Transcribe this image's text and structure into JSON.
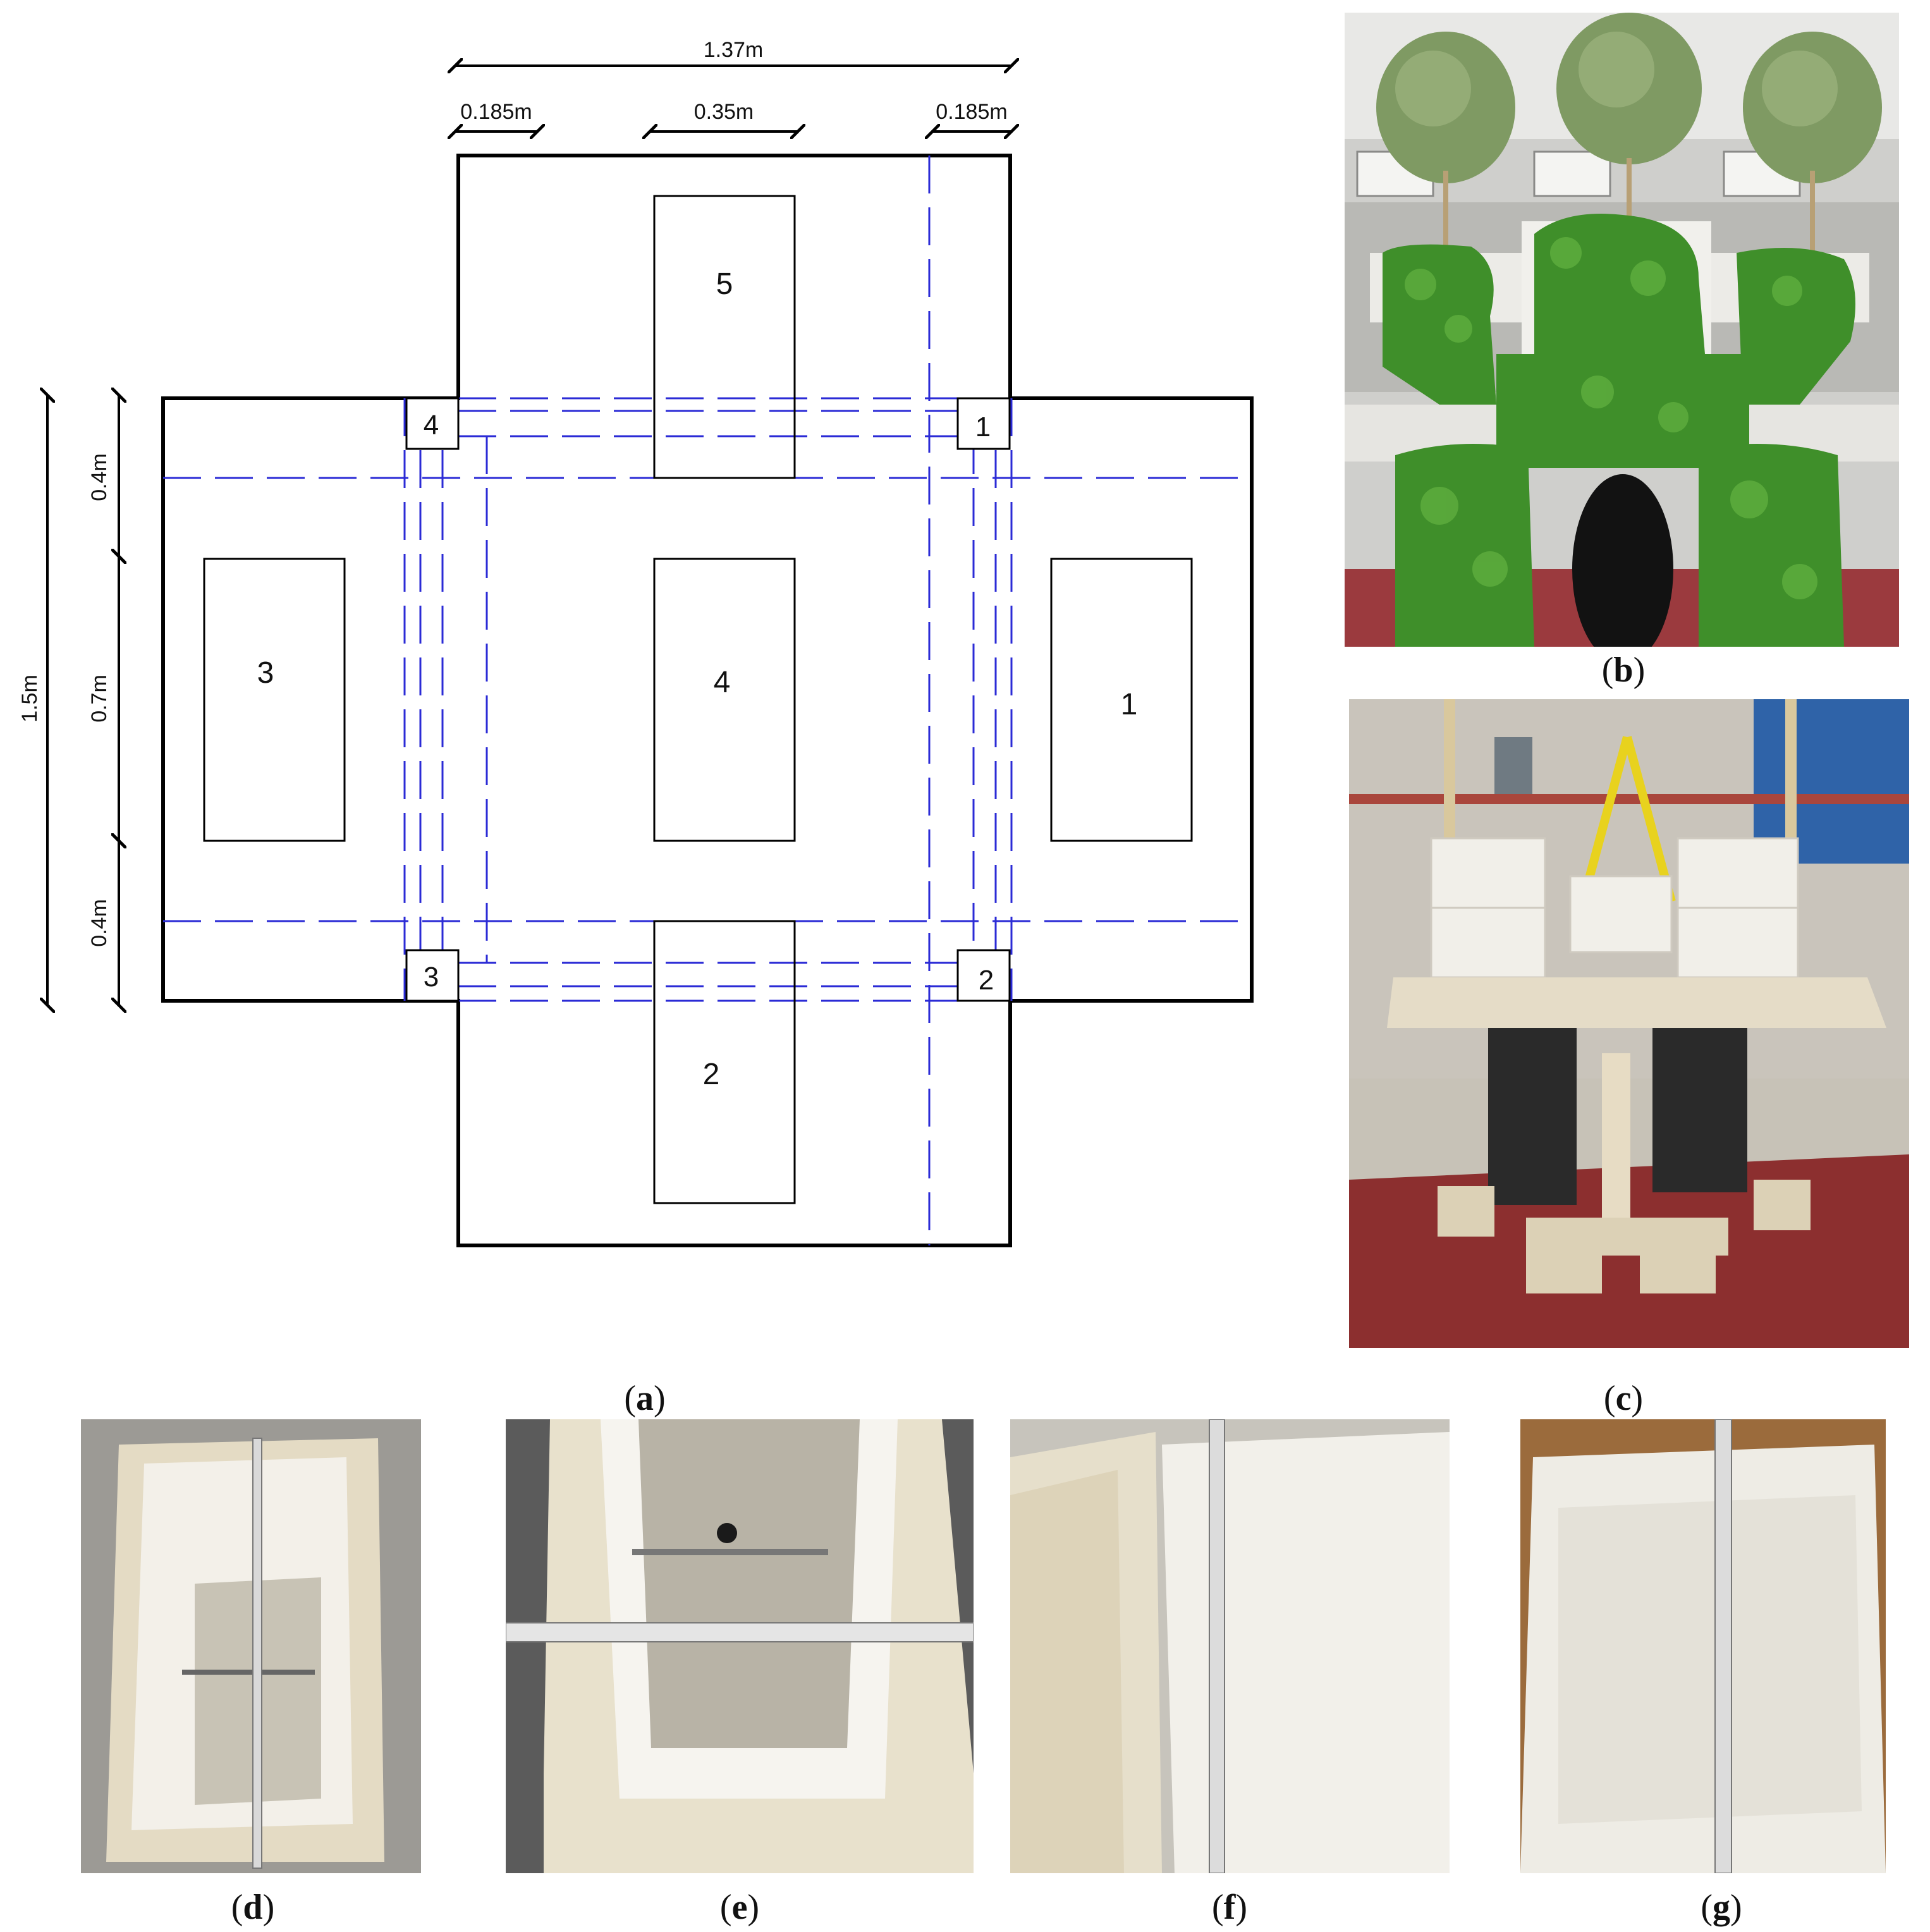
{
  "panels": {
    "a": {
      "label": "a",
      "plan": {
        "dims": {
          "overall_width": "1.37m",
          "left_offset": "0.185m",
          "center_width": "0.35m",
          "right_offset": "0.185m",
          "overall_height": "1.5m",
          "top_offset": "0.4m",
          "middle_height": "0.7m",
          "bottom_offset": "0.4m"
        },
        "planters": [
          "1",
          "2",
          "3",
          "4",
          "5"
        ],
        "columns": [
          "1",
          "2",
          "3",
          "4"
        ]
      }
    },
    "b": {
      "label": "b"
    },
    "c": {
      "label": "c"
    },
    "d": {
      "label": "d"
    },
    "e": {
      "label": "e"
    },
    "f": {
      "label": "f"
    },
    "g": {
      "label": "g"
    }
  },
  "colors": {
    "outline": "#000000",
    "grid_dash": "#2b2bd6",
    "foliage": "#3f8f2a",
    "deck": "#8c2f2f"
  }
}
